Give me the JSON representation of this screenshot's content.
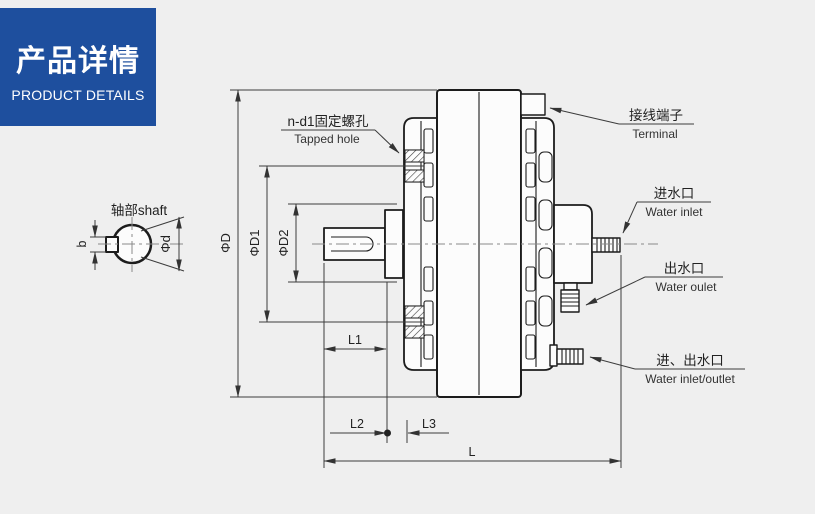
{
  "banner": {
    "title_zh": "产品详情",
    "title_en": "PRODUCT DETAILS"
  },
  "colors": {
    "banner_bg": "#1e4f9e",
    "background": "#efefef",
    "part_line": "#1c1c1c",
    "dim_line": "#3c3c3c"
  },
  "shaft_view": {
    "title": "轴部shaft",
    "dim_b": "b",
    "dim_d": "Φd"
  },
  "dimensions": {
    "phi_D": "ΦD",
    "phi_D1": "ΦD1",
    "phi_D2": "ΦD2",
    "L1": "L1",
    "L2": "L2",
    "L3": "L3",
    "L": "L"
  },
  "callouts": {
    "tapped_hole": {
      "zh": "n-d1固定螺孔",
      "en": "Tapped hole"
    },
    "terminal": {
      "zh": "接线端子",
      "en": "Terminal"
    },
    "water_inlet": {
      "zh": "进水口",
      "en": "Water inlet"
    },
    "water_outlet": {
      "zh": "出水口",
      "en": "Water oulet"
    },
    "water_inlet_outlet": {
      "zh": "进、出水口",
      "en": "Water inlet/outlet"
    }
  }
}
